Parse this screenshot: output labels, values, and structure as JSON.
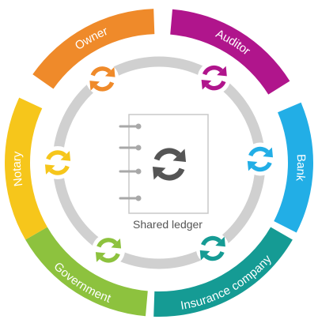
{
  "diagram": {
    "center": {
      "label": "Shared ledger",
      "color": "#555555",
      "icon": "sync-arrows-icon"
    },
    "ring_color": "#d0d0d0",
    "parties": [
      {
        "id": "owner",
        "label": "Owner",
        "color": "#ef8a2a",
        "icon": "sync-arrows-icon"
      },
      {
        "id": "auditor",
        "label": "Auditor",
        "color": "#b0158c",
        "icon": "sync-arrows-icon"
      },
      {
        "id": "bank",
        "label": "Bank",
        "color": "#22aee6",
        "icon": "sync-arrows-icon"
      },
      {
        "id": "insurance",
        "label": "Insurance company",
        "color": "#159b94",
        "icon": "sync-arrows-icon"
      },
      {
        "id": "government",
        "label": "Government",
        "color": "#8dc23e",
        "icon": "sync-arrows-icon"
      },
      {
        "id": "notary",
        "label": "Notary",
        "color": "#f6c61b",
        "icon": "sync-arrows-icon"
      }
    ]
  }
}
